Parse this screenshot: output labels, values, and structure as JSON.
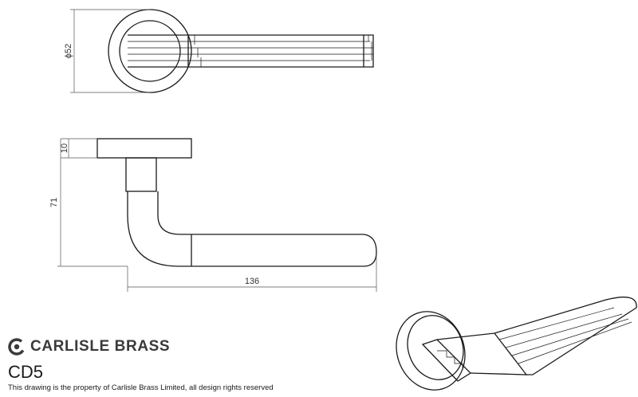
{
  "brand": {
    "name": "CARLISLE BRASS",
    "logo_icon": "carlisle-brass-c-logo-icon"
  },
  "product": {
    "code": "CD5"
  },
  "notice": "This drawing is the property of Carlisle Brass Limited, all design rights reserved",
  "dimensions": {
    "rose_diameter": "ϕ52",
    "rose_thickness": "10",
    "lever_height": "71",
    "lever_length": "136"
  },
  "colors": {
    "line": "#1a1a1a",
    "dimension": "#555555",
    "brand_text": "#3a3a3a"
  }
}
